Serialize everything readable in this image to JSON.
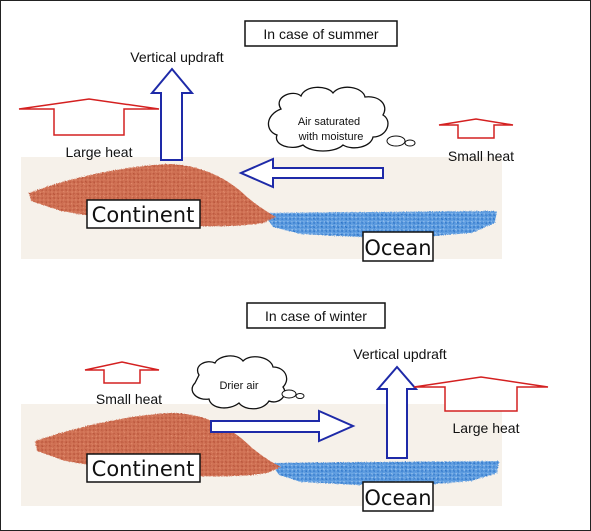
{
  "summer": {
    "title": "In case of summer",
    "updraft": "Vertical updraft",
    "land_heat": "Large heat",
    "sea_heat": "Small heat",
    "cloud_line1": "Air saturated",
    "cloud_line2": "with moisture",
    "land": "Continent",
    "sea": "Ocean"
  },
  "winter": {
    "title": "In case of winter",
    "updraft": "Vertical updraft",
    "land_heat": "Small heat",
    "sea_heat": "Large heat",
    "cloud": "Drier air",
    "land": "Continent",
    "sea": "Ocean"
  },
  "colors": {
    "land": "#c8664a",
    "ocean": "#3f86d6",
    "heat_arrow": "#d42020",
    "wind_arrow": "#1e2aa8",
    "background_band": "#f6f1ea"
  }
}
